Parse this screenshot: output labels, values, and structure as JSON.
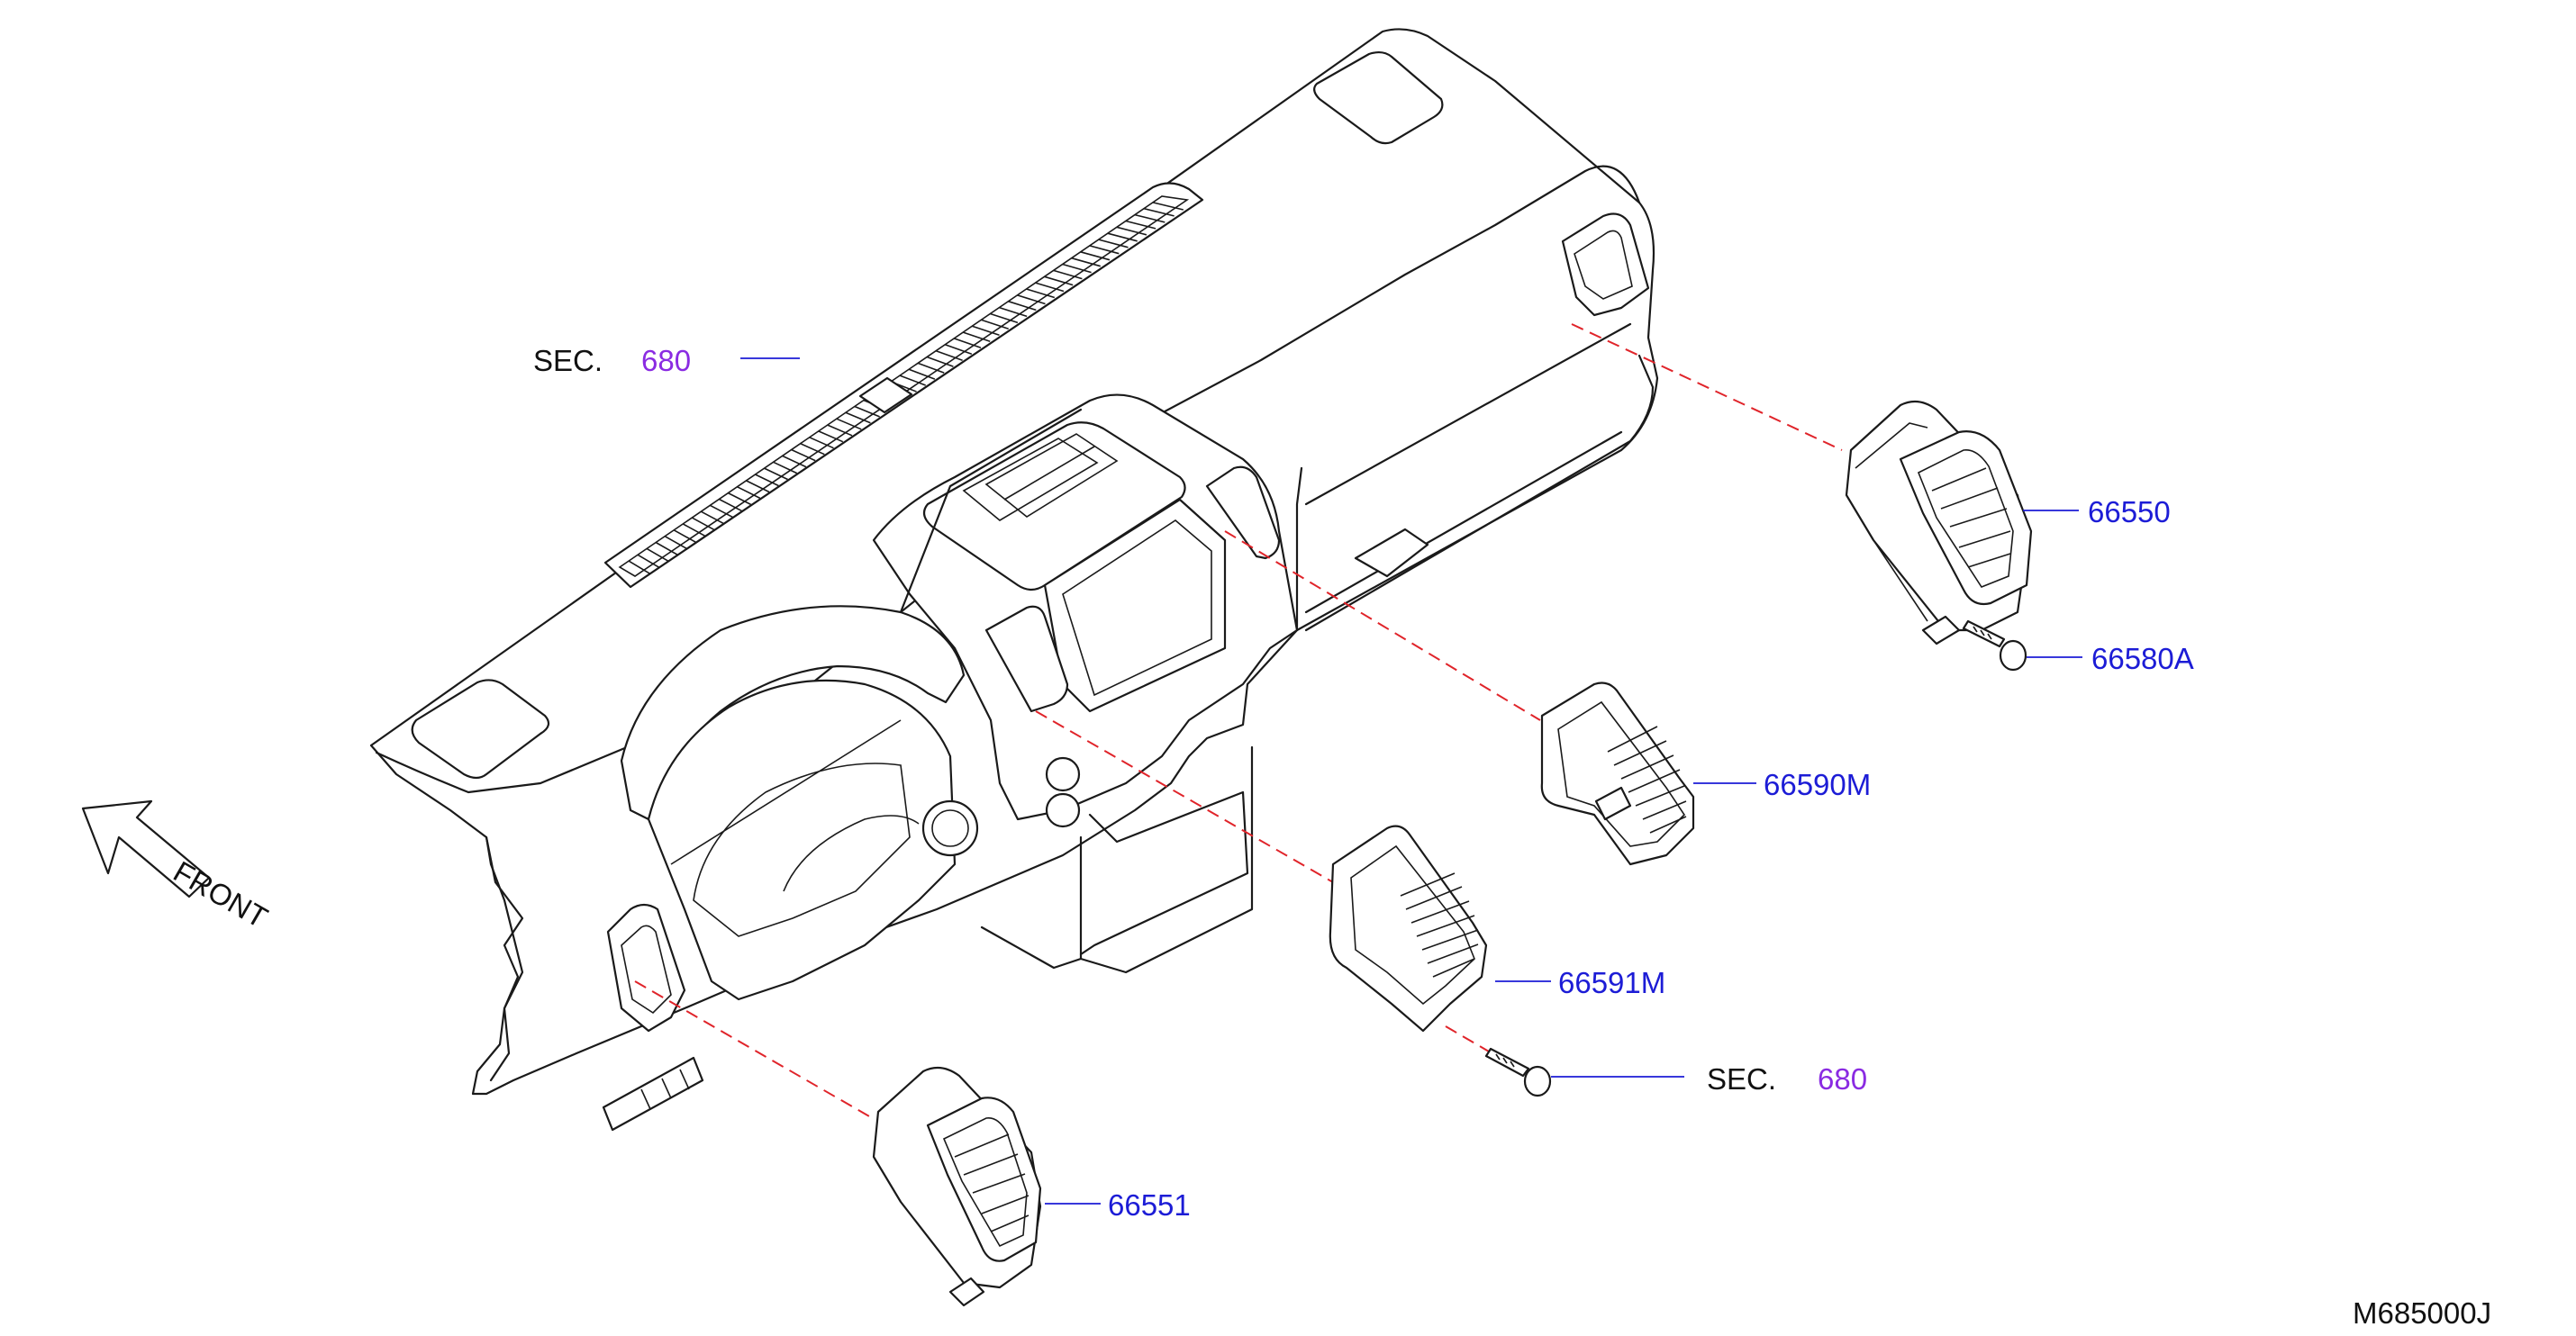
{
  "diagram": {
    "parts": [
      {
        "id": "p1",
        "number": "66550"
      },
      {
        "id": "p2",
        "number": "66580A"
      },
      {
        "id": "p3",
        "number": "66590M"
      },
      {
        "id": "p4",
        "number": "66591M"
      },
      {
        "id": "p5",
        "number": "66551"
      }
    ],
    "section_refs": [
      {
        "prefix": "SEC.",
        "number": "680"
      },
      {
        "prefix": "SEC.",
        "number": "680"
      }
    ],
    "direction_label": "FRONT",
    "drawing_code": "M685000J",
    "colors": {
      "part_number": "#1c1cd6",
      "section_number": "#8a2be2",
      "dashed_guide": "#e0242a",
      "outline": "#1a1a1a"
    }
  }
}
